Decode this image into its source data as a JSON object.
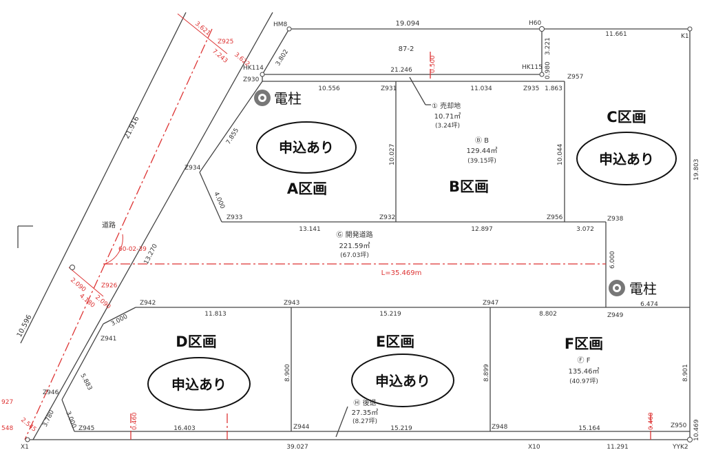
{
  "plan": {
    "colors": {
      "line": "#444444",
      "red": "#dd3333",
      "ink": "#111111"
    },
    "lots": {
      "a": {
        "label": "A区画",
        "status": "申込あり"
      },
      "b": {
        "label": "B区画",
        "code": "Ⓑ B",
        "area": "129.44㎡",
        "tsubo": "(39.15坪)"
      },
      "c": {
        "label": "C区画",
        "status": "申込あり"
      },
      "d": {
        "label": "D区画",
        "status": "申込あり"
      },
      "e": {
        "label": "E区画",
        "status": "申込あり"
      },
      "f": {
        "label": "F区画",
        "code": "Ⓕ F",
        "area": "135.46㎡",
        "tsubo": "(40.97坪)"
      }
    },
    "sale_lot": {
      "code": "① 売却地",
      "area": "10.71㎡",
      "tsubo": "(3.24坪)"
    },
    "dev_road": {
      "code": "Ⓖ 開発道路",
      "area": "221.59㎡",
      "tsubo": "(67.03坪)",
      "length": "L=35.469m"
    },
    "setback": {
      "code": "Ⓗ 後退",
      "area": "27.35㎡",
      "tsubo": "(8.27坪)"
    },
    "road_label": "道路",
    "parcel": "87-2",
    "utility_pole": "電柱",
    "angle": "60-02-39",
    "points": {
      "hm8": "HM8",
      "h60": "H60",
      "k1": "K1",
      "hk114": "HK114",
      "hk115": "HK115",
      "z930": "Z930",
      "z931": "Z931",
      "z935": "Z935",
      "z957": "Z957",
      "z934": "Z934",
      "z933": "Z933",
      "z932": "Z932",
      "z956": "Z956",
      "z938": "Z938",
      "z942": "Z942",
      "z943": "Z943",
      "z947": "Z947",
      "z949": "Z949",
      "z941": "Z941",
      "z946": "Z946",
      "z945": "Z945",
      "z944": "Z944",
      "z948": "Z948",
      "z950": "Z950",
      "z925": "Z925",
      "z926": "Z926",
      "x1": "X1",
      "x10": "X10",
      "yyk2": "YYK2"
    },
    "dims": {
      "top1": "19.094",
      "top2": "11.661",
      "hm8_diag": "3.802",
      "road_top": "21.246",
      "red_top": "0.500",
      "v_h60": "3.221",
      "v_small": "0.980",
      "a_top": "10.556",
      "b_top": "11.034",
      "b_top2": "1.863",
      "a_diag": "7.855",
      "a_lower": "4.000",
      "a_right": "10.027",
      "b_right": "10.044",
      "c_right": "19.803",
      "road_mid1": "13.141",
      "road_mid2": "12.897",
      "road_mid3": "3.072",
      "road_width": "6.000",
      "road_right": "6.474",
      "long_diag": "21.916",
      "diag_mid": "13.270",
      "red_diag1": "3.621",
      "red_diag2": "7.243",
      "red_diag3": "3.622",
      "red_d1": "2.090",
      "red_d2": "4.180",
      "red_d3": "2.090",
      "left_dim": "10.596",
      "d_top": "11.813",
      "e_top": "15.219",
      "f_top": "8.802",
      "d_diag": "3.000",
      "d_left": "5.883",
      "e_left": "8.900",
      "e_right": "8.899",
      "f_right": "8.901",
      "lower_small": "3.000",
      "lower_small2": "3.780",
      "bottom1": "16.403",
      "bottom2": "15.219",
      "bottom3": "15.164",
      "red_bottom1": "0.460",
      "red_bottom2": "0.460",
      "bottom_total": "39.027",
      "bottom_right": "11.291",
      "right_edge": "10.469",
      "red_left1": "2.545",
      "red_left2": "927",
      "red_left3": "548"
    }
  }
}
